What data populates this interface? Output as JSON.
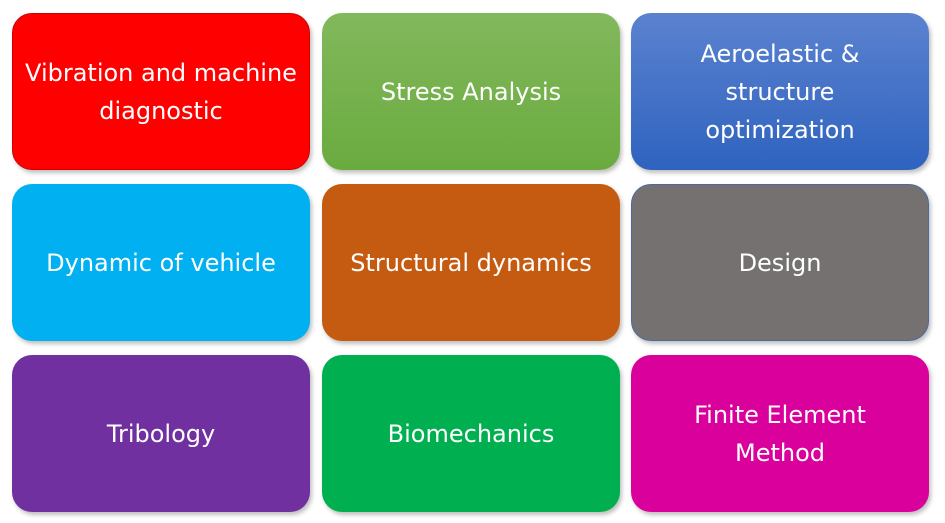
{
  "boxes": [
    {
      "label": "Vibration and machine diagnostic",
      "color": "#ff0000"
    },
    {
      "label": "Stress Analysis",
      "color": "#70ad47"
    },
    {
      "label": "Aeroelastic & structure optimization",
      "color": "#4472c4"
    },
    {
      "label": "Dynamic of vehicle",
      "color": "#00b0f0"
    },
    {
      "label": "Structural dynamics",
      "color": "#c55a11"
    },
    {
      "label": "Design",
      "color": "#767171"
    },
    {
      "label": "Tribology",
      "color": "#7030a0"
    },
    {
      "label": "Biomechanics",
      "color": "#00b050"
    },
    {
      "label": "Finite Element Method",
      "color": "#d9009b"
    }
  ]
}
